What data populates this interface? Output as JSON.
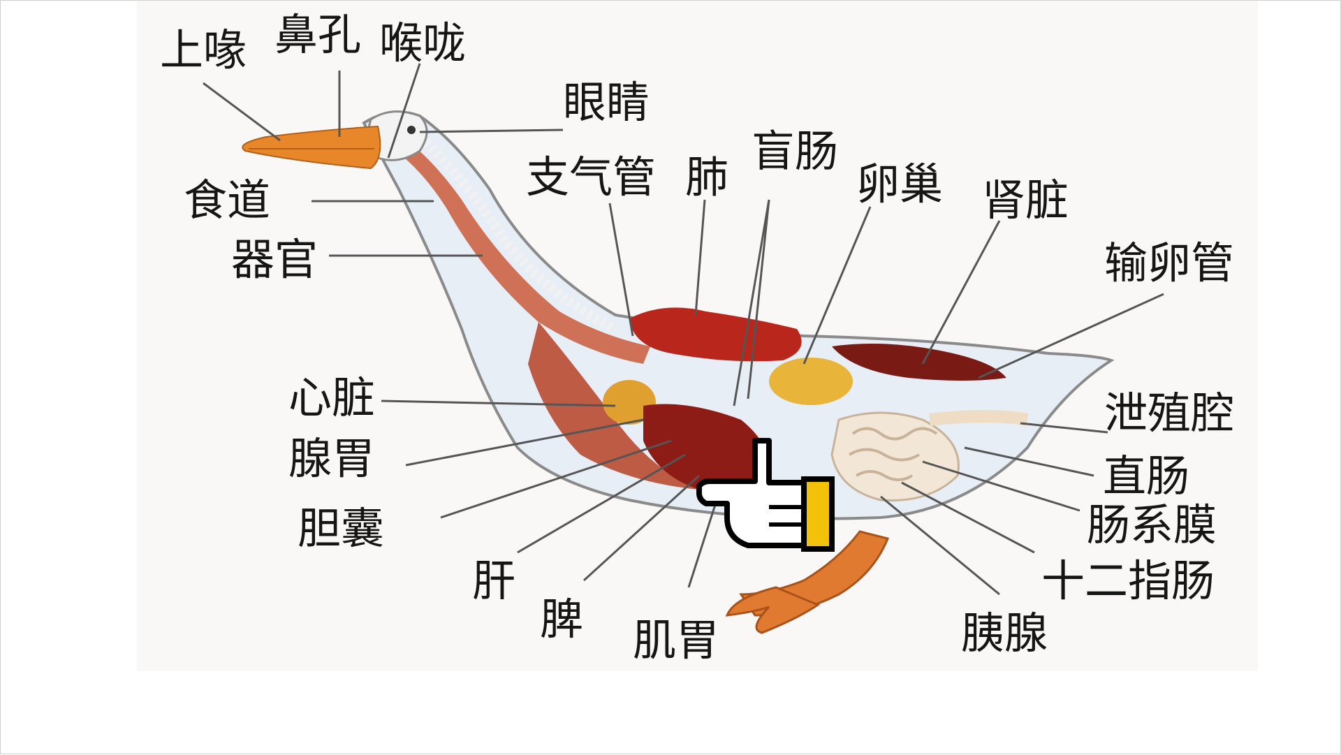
{
  "diagram": {
    "labels": {
      "upper_beak": "上喙",
      "nostril": "鼻孔",
      "throat": "喉咙",
      "eye": "眼睛",
      "bronchus": "支气管",
      "lung": "肺",
      "cecum": "盲肠",
      "ovary": "卵巢",
      "kidney": "肾脏",
      "oviduct": "输卵管",
      "esophagus": "食道",
      "organ": "器官",
      "heart": "心脏",
      "proventriculus": "腺胃",
      "gallbladder": "胆囊",
      "liver": "肝",
      "spleen": "脾",
      "gizzard": "肌胃",
      "pancreas": "胰腺",
      "duodenum": "十二指肠",
      "mesentery": "肠系膜",
      "rectum": "直肠",
      "cloaca": "泄殖腔"
    },
    "colors": {
      "background": "#ffffff",
      "photo_background": "#faf8f6",
      "body_outline": "#8a8a8a",
      "beak": "#e8862a",
      "muscle": "#c0432a",
      "organ_red": "#b8261c",
      "fat_yellow": "#e9b43a",
      "intestine": "#f2e6d6",
      "leader_line": "#555555",
      "cursor_gold": "#f2c20a"
    },
    "cursor_icon": "pointing-hand-cursor"
  }
}
